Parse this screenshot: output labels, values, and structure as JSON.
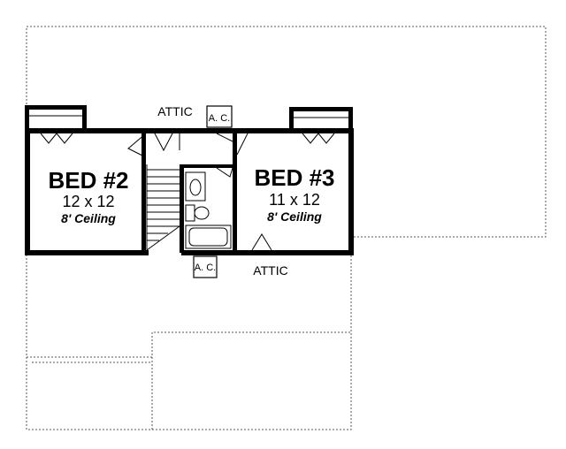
{
  "rooms": [
    {
      "name": "BED #2",
      "size": "12 x 12",
      "ceiling": "8' Ceiling"
    },
    {
      "name": "BED #3",
      "size": "11 x 12",
      "ceiling": "8' Ceiling"
    }
  ],
  "attic_labels": [
    "ATTIC",
    "ATTIC"
  ],
  "ac_labels": [
    "A. C.",
    "A. C."
  ]
}
